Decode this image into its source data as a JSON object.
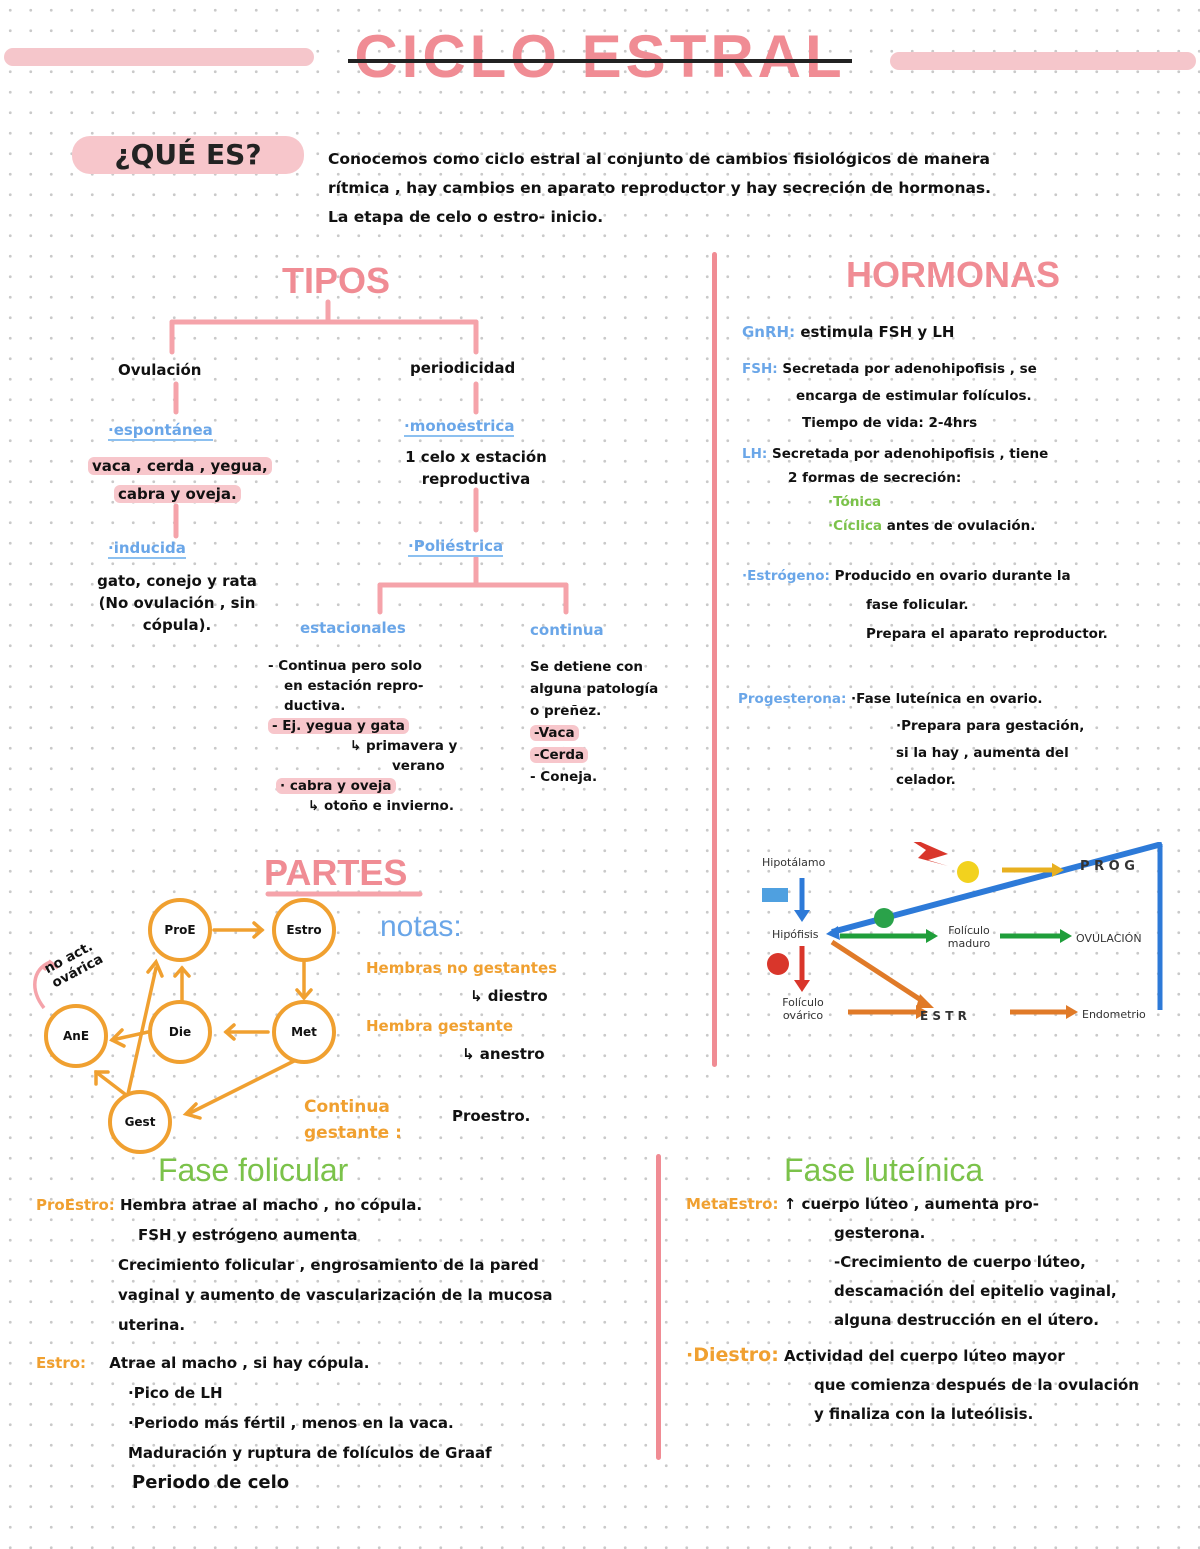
{
  "header": {
    "title": "CICLO ESTRAL"
  },
  "intro": {
    "label": "¿QUÉ ES?",
    "text_lines": [
      "Conocemos como ciclo estral al conjunto de cambios fisiológicos de manera",
      "rítmica , hay cambios en aparato reproductor y hay secreción de hormonas.",
      "La etapa de celo o estro- inicio."
    ]
  },
  "tipos": {
    "title": "TIPOS",
    "ovulacion": {
      "label": "Ovulación",
      "espontanea": "·espontánea",
      "espontanea_examples": [
        "vaca , cerda , yegua,",
        "cabra y oveja."
      ],
      "inducida": "·inducida",
      "inducida_examples": [
        "gato, conejo y rata",
        "(No ovulación , sin",
        "cópula)."
      ]
    },
    "periodicidad": {
      "label": "periodicidad",
      "monoestrica": "·monoestrica",
      "monoestrica_desc": [
        "1 celo x estación",
        "reproductiva"
      ],
      "poliestrica": "·Poliéstrica",
      "estacionales": {
        "label": "estacionales",
        "items": [
          "- Continua pero solo",
          "en estación repro-",
          "ductiva.",
          "- Ej. yegua y gata",
          "↳ primavera y",
          "verano",
          "· cabra y oveja",
          "↳ otoño e invierno."
        ]
      },
      "continua": {
        "label": "continua",
        "items": [
          "Se detiene con",
          "alguna patología",
          "o preñez.",
          "-Vaca",
          "-Cerda",
          "- Coneja."
        ]
      }
    }
  },
  "hormonas": {
    "title": "HORMONAS",
    "items": [
      {
        "name": "GnRH:",
        "lines": [
          "estimula FSH y LH"
        ]
      },
      {
        "name": "FSH:",
        "lines": [
          "Secretada por adenohipofisis , se",
          "encarga de estimular folículos.",
          "Tiempo de vida: 2-4hrs"
        ]
      },
      {
        "name": "LH:",
        "lines": [
          "Secretada por adenohipofisis , tiene",
          "2 formas de secreción:"
        ],
        "sub": [
          {
            "label": "·Tónica",
            "text": ""
          },
          {
            "label": "·Cíclica",
            "text": "antes de ovulación."
          }
        ]
      },
      {
        "name": "·Estrógeno:",
        "lines": [
          "Producido en ovario durante la",
          "fase folicular.",
          "Prepara el aparato reproductor."
        ]
      },
      {
        "name": "Progesterona:",
        "lines": [
          "·Fase luteínica en ovario.",
          "·Prepara para gestación,",
          "si la hay , aumenta del",
          "celador."
        ]
      }
    ]
  },
  "diagram": {
    "labels": {
      "hipotalamo": "Hipotálamo",
      "hipofisis": "Hipófisis",
      "foliculo_ovarico": "Folículo ovárico",
      "foliculo_maduro": "Folículo maduro",
      "ovulacion": "OVULACIÓN",
      "endometrio": "Endometrio"
    },
    "letters": [
      "P",
      "R",
      "O",
      "G",
      "E",
      "S",
      "T",
      "R"
    ]
  },
  "partes": {
    "title": "PARTES",
    "nodes": {
      "proe": "ProE",
      "estro": "Estro",
      "met": "Met",
      "die": "Die",
      "ane": "AnE",
      "gest": "Gest"
    },
    "no_act": "no act. ovárica",
    "notas_title": "notas:",
    "notes": [
      {
        "label": "Hembras no gestantes",
        "value": "↳ diestro"
      },
      {
        "label": "Hembra gestante",
        "value": "↳ anestro"
      },
      {
        "label": "Continua gestante :",
        "value": "Proestro."
      }
    ]
  },
  "fase_folicular": {
    "title": "Fase folicular",
    "proestro_label": "ProEstro:",
    "proestro_lines": [
      "Hembra atrae al macho , no cópula.",
      "FSH y estrógeno aumenta",
      "Crecimiento folicular , engrosamiento de la pared",
      "vaginal y aumento de vascularización de la mucosa",
      "uterina."
    ],
    "estro_label": "Estro:",
    "estro_lines": [
      "Atrae al macho , si hay cópula.",
      "·Pico de LH",
      "·Periodo más fértil , menos en la vaca.",
      "Maduración y ruptura de folículos de Graaf",
      "Periodo de celo"
    ]
  },
  "fase_luteinica": {
    "title": "Fase luteínica",
    "metaestro_label": "MetaEstro:",
    "metaestro_lines": [
      "↑ cuerpo lúteo , aumenta pro-",
      "gesterona.",
      "-Crecimiento de cuerpo lúteo,",
      "descamación del epitelio vaginal,",
      "alguna destrucción en el útero."
    ],
    "diestro_label": "·Diestro:",
    "diestro_lines": [
      "Actividad del cuerpo lúteo mayor",
      "que comienza después de la ovulación",
      "y finaliza con la luteólisis."
    ]
  },
  "colors": {
    "pink": "#f08c94",
    "blue": "#6aa6e8",
    "orange": "#f0a030",
    "green": "#7bc24a",
    "highlight": "#f7c6cb"
  }
}
